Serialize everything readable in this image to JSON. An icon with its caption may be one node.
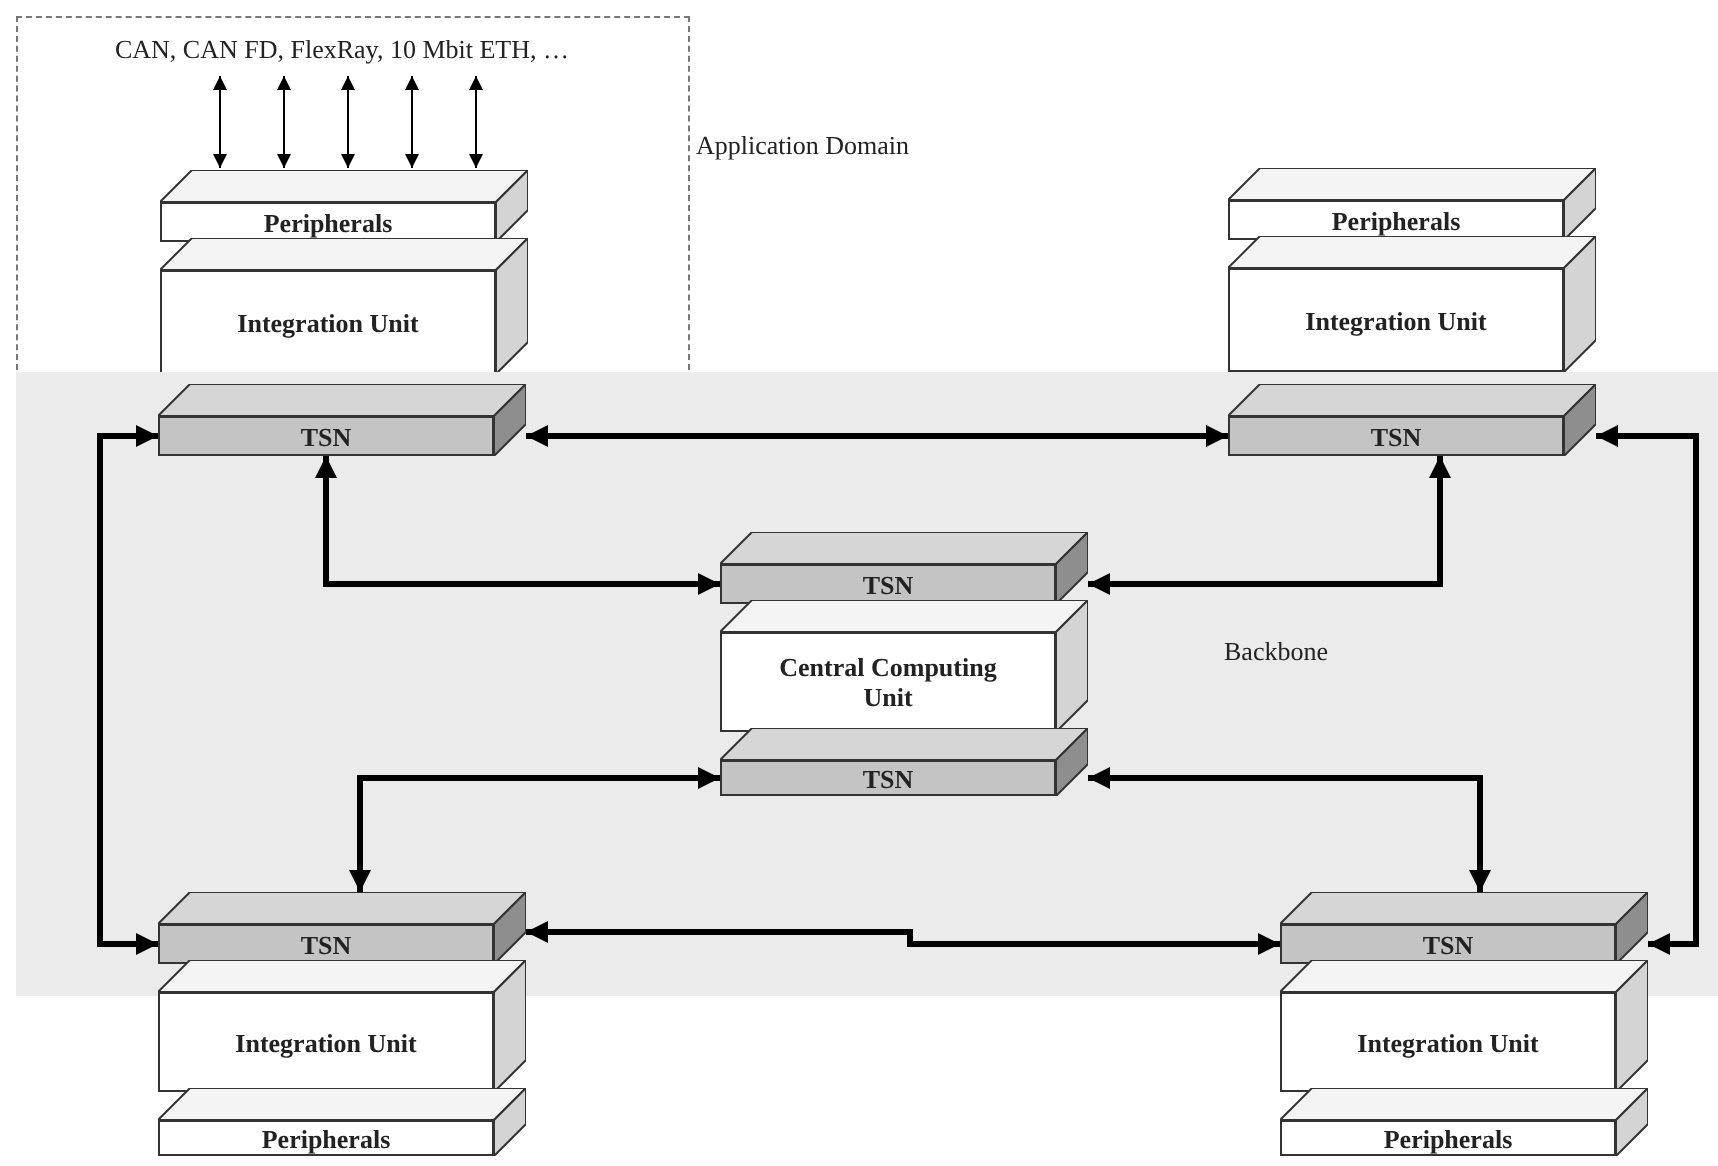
{
  "diagram": {
    "nodes": [
      {
        "text": [
          "Application Domain"
        ]
      },
      {
        "text": [
          "CAN, CAN FD, FlexRay, 10 Mbit ETH, …"
        ],
        "in": 0
      },
      {
        "text": [
          "Peripherals"
        ],
        "in": 0
      },
      {
        "text": [
          "Integration Unit"
        ],
        "in": 0
      },
      {
        "text": [
          "Backbone"
        ]
      },
      {
        "text": [
          "TSN"
        ],
        "in": 4
      },
      {
        "text": [
          "Peripherals"
        ]
      },
      {
        "text": [
          "Integration Unit"
        ]
      },
      {
        "text": [
          "TSN"
        ],
        "in": 4
      },
      {
        "text": [
          "TSN"
        ],
        "in": 4
      },
      {
        "text": [
          "Central Computing Unit"
        ],
        "in": 4
      },
      {
        "text": [
          "TSN"
        ],
        "in": 4
      },
      {
        "text": [
          "TSN"
        ],
        "in": 4
      },
      {
        "text": [
          "Integration Unit"
        ]
      },
      {
        "text": [
          "Peripherals"
        ]
      },
      {
        "text": [
          "TSN"
        ],
        "in": 4
      },
      {
        "text": [
          "Integration Unit"
        ]
      },
      {
        "text": [
          "Peripherals"
        ]
      }
    ],
    "edges": [
      {
        "from": 1,
        "to": 2,
        "arrow": "both"
      },
      {
        "from": 1,
        "to": 2,
        "arrow": "both"
      },
      {
        "from": 1,
        "to": 2,
        "arrow": "both"
      },
      {
        "from": 1,
        "to": 2,
        "arrow": "both"
      },
      {
        "from": 1,
        "to": 2,
        "arrow": "both"
      },
      {
        "from": 5,
        "to": 8,
        "arrow": "both"
      },
      {
        "from": 5,
        "to": 9,
        "arrow": "both"
      },
      {
        "from": 8,
        "to": 9,
        "arrow": "both"
      },
      {
        "from": 5,
        "to": 12,
        "arrow": "both"
      },
      {
        "from": 8,
        "to": 15,
        "arrow": "both"
      },
      {
        "from": 11,
        "to": 12,
        "arrow": "both"
      },
      {
        "from": 11,
        "to": 15,
        "arrow": "both"
      },
      {
        "from": 12,
        "to": 15,
        "arrow": "both"
      }
    ]
  }
}
